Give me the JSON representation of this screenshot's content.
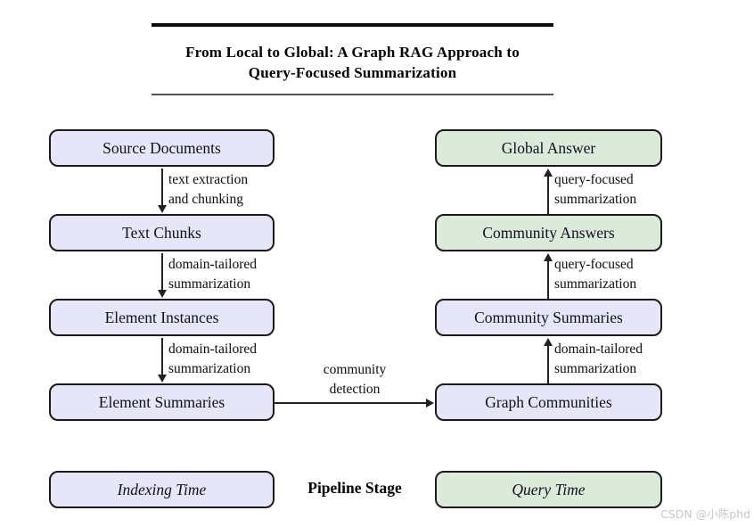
{
  "title": {
    "line1": "From Local to Global: A Graph RAG Approach to",
    "line2": "Query-Focused Summarization"
  },
  "colors": {
    "indexing_fill": "#e7e6f8",
    "query_fill": "#dceadb",
    "node_border": "#1b1b1b",
    "arrow": "#222222",
    "rule_top": "#0b0b0b",
    "rule_bottom": "#555555",
    "watermark": "#c8c8c8"
  },
  "nodes": {
    "indexing": [
      "Source Documents",
      "Text Chunks",
      "Element Instances",
      "Element Summaries"
    ],
    "query": [
      "Global Answer",
      "Community Answers",
      "Community Summaries",
      "Graph Communities"
    ]
  },
  "edges": {
    "left": [
      [
        "text extraction",
        "and chunking"
      ],
      [
        "domain-tailored",
        "summarization"
      ],
      [
        "domain-tailored",
        "summarization"
      ]
    ],
    "right": [
      [
        "query-focused",
        "summarization"
      ],
      [
        "query-focused",
        "summarization"
      ],
      [
        "domain-tailored",
        "summarization"
      ]
    ],
    "cross": [
      "community",
      "detection"
    ]
  },
  "legend": {
    "indexing": "Indexing Time",
    "stage": "Pipeline Stage",
    "query": "Query Time"
  },
  "watermark": "CSDN @小陈phd"
}
